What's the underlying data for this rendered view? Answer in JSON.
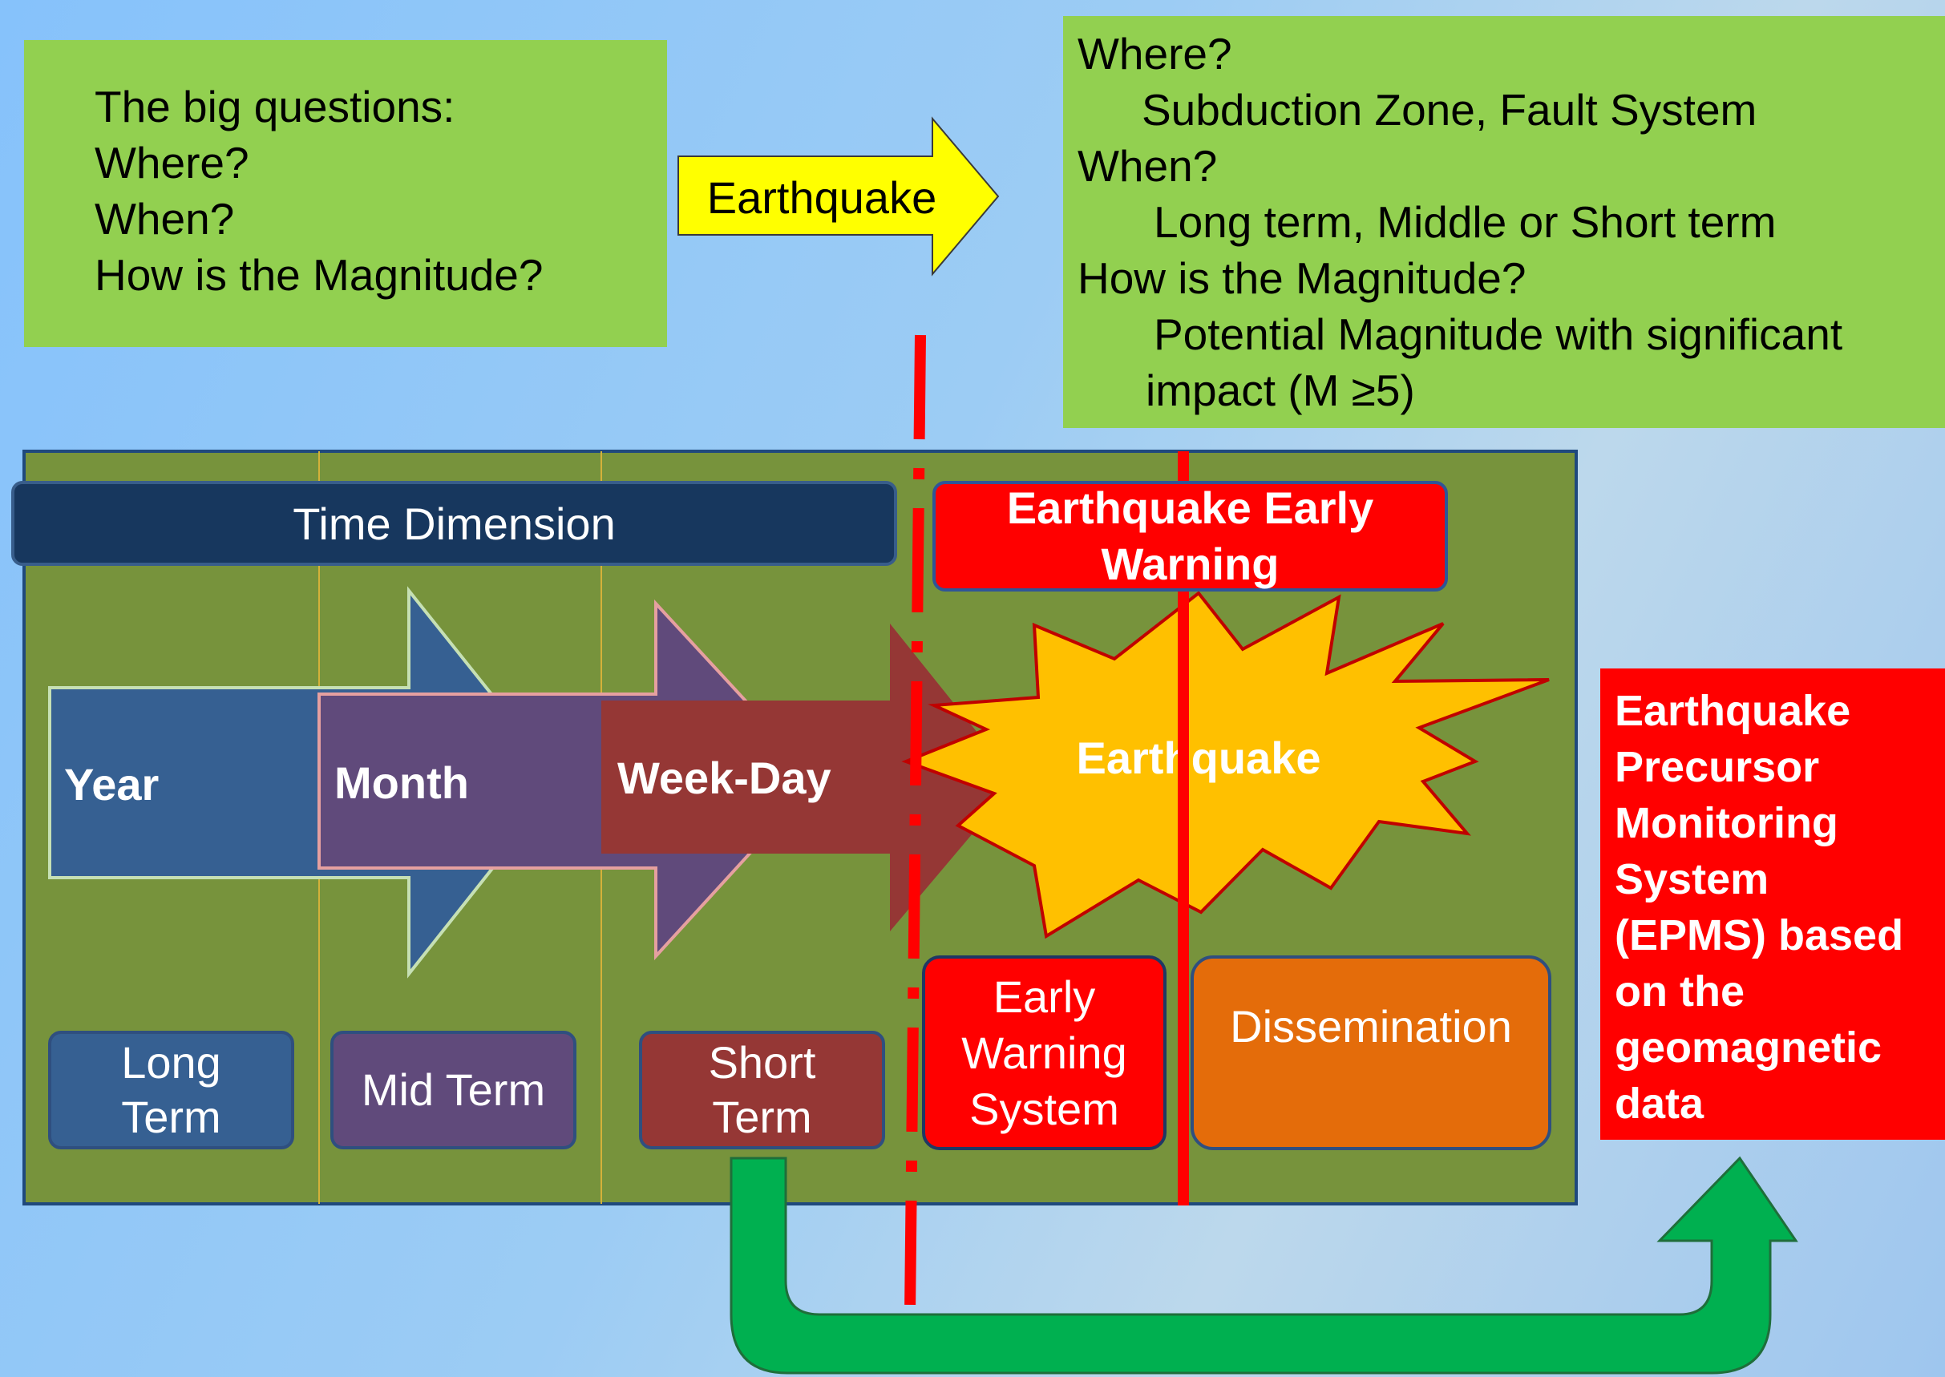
{
  "questions": {
    "title": "The big questions:",
    "items": [
      "Where?",
      "When?",
      "How is the Magnitude?"
    ]
  },
  "top_arrow": {
    "label": "Earthquake"
  },
  "answers": {
    "where_q": "Where?",
    "where_a": "Subduction Zone,  Fault System",
    "when_q": "When?",
    "when_a": "Long term, Middle or Short term",
    "mag_q": "How is the Magnitude?",
    "mag_a1": "Potential Magnitude with significant",
    "mag_a2": "impact  (M ≥5)"
  },
  "panel": {
    "time_dimension": "Time Dimension",
    "eew_header_line1": "Earthquake Early",
    "eew_header_line2": "Warning",
    "arrows": {
      "year": "Year",
      "month": "Month",
      "week_day": "Week-Day"
    },
    "explosion": "Earthquake",
    "terms": {
      "long_1": "Long",
      "long_2": "Term",
      "mid": "Mid Term",
      "short_1": "Short",
      "short_2": "Term"
    },
    "ews": {
      "line1": "Early",
      "line2": "Warning",
      "line3": "System"
    },
    "dissemination": "Dissemination"
  },
  "epms": {
    "lines": [
      "Earthquake",
      "Precursor",
      "Monitoring",
      "System",
      "(EPMS) based",
      "on the",
      "geomagnetic",
      "data"
    ]
  },
  "colors": {
    "green_box": "#92d050",
    "panel": "#77933c",
    "navy": "#17375e",
    "red": "#ff0000",
    "year_arrow": "#366092",
    "month_arrow": "#604a7b",
    "week_arrow": "#953735",
    "explosion": "#ffc000",
    "dissemination": "#e46c0a",
    "curved_arrow": "#00b050",
    "top_arrow": "#ffff00"
  }
}
